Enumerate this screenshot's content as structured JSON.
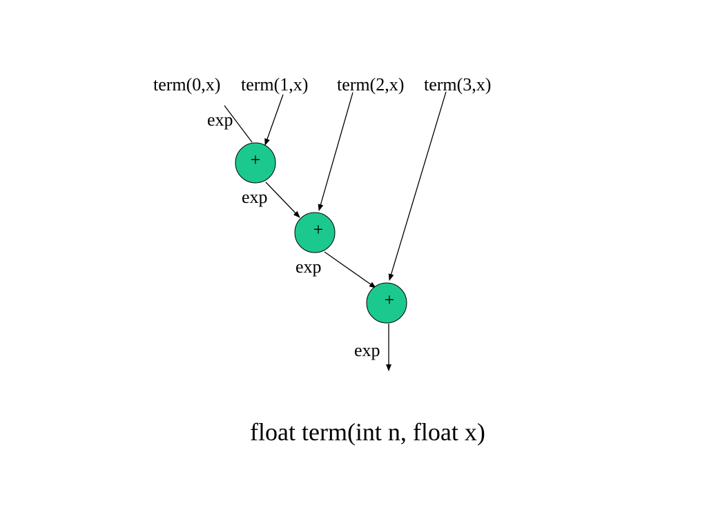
{
  "terms": [
    "term(0,x)",
    "term(1,x)",
    "term(2,x)",
    "term(3,x)"
  ],
  "exp_label": "exp",
  "operator": "+",
  "node_color": "#1bc98e",
  "signature": "float term(int n, float x)"
}
